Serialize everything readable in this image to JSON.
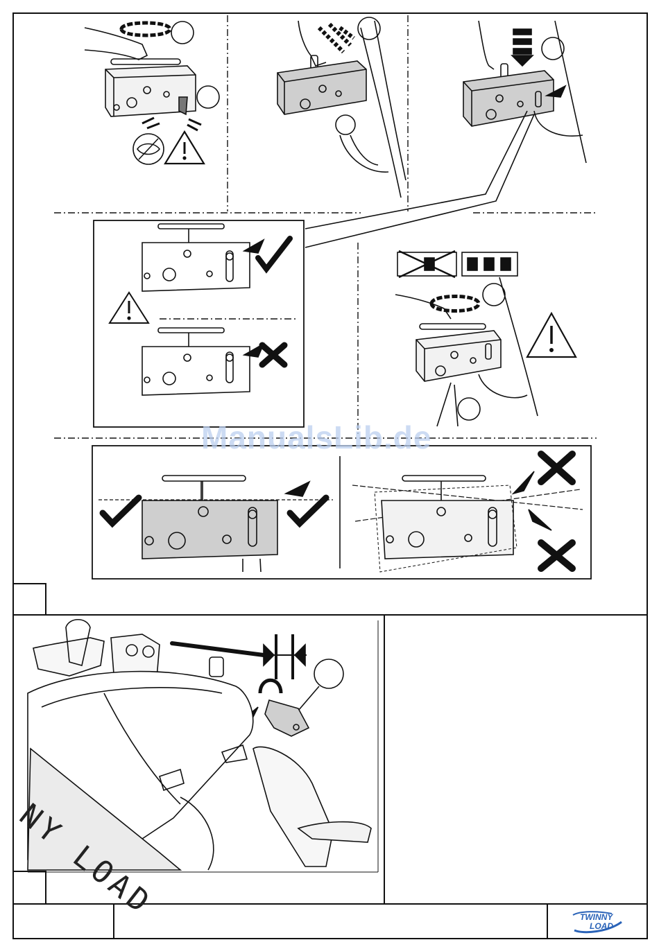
{
  "watermark": "ManualsLib.de",
  "bike_frame_lettering": "NY LOAD",
  "logo": {
    "line1": "TWINNY",
    "line2": "LOAD",
    "color": "#2a63b8"
  },
  "colors": {
    "line": "#111111",
    "gray_fill": "#cfcfcf",
    "light_fill": "#f2f2f2"
  }
}
